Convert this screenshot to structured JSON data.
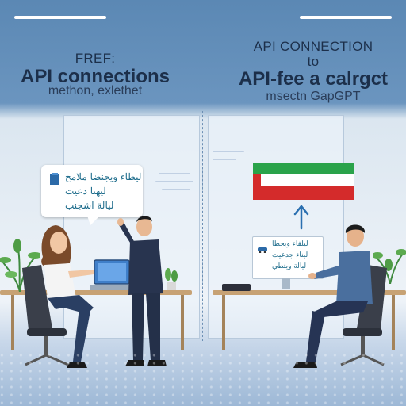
{
  "headline_left": {
    "line1": "FREF:",
    "line2": "API connections",
    "line3": "methon, exlethet"
  },
  "headline_right": {
    "line1": "API CONNECTION",
    "line2": "to",
    "line3": "API-fee a calrgct",
    "line4": "msectn GapGPT"
  },
  "speech_bubble": {
    "rows": [
      "ليطاء ويجنضا ملامح",
      "ليهنا دعيت",
      "ليالة اشجنب"
    ]
  },
  "monitor_right": {
    "rows": [
      "ليلقاء ويجطا",
      "ليناء جدعيت",
      "ليالة ويتطي"
    ]
  },
  "colors": {
    "sky_blue": "#5b88b4",
    "flag_green": "#2aa34a",
    "flag_red": "#d42b2b",
    "arrow_blue": "#2a6fb0",
    "laptop_blue": "#3f7fc9",
    "suit_navy": "#28344f"
  },
  "icons": [
    "document-icon",
    "up-arrow-icon",
    "laptop-icon",
    "plant-icon",
    "office-chair-icon",
    "phone-icon"
  ]
}
